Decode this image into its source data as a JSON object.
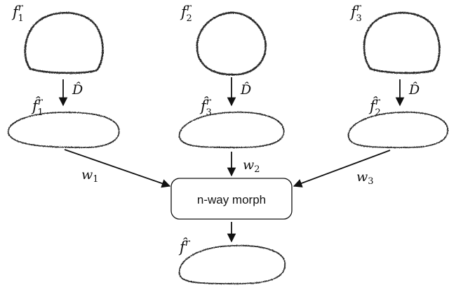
{
  "diagram": {
    "top_shapes": [
      {
        "label": "f",
        "sup": "r",
        "sub": "1"
      },
      {
        "label": "f",
        "sup": "r",
        "sub": "2"
      },
      {
        "label": "f",
        "sup": "r",
        "sub": "3"
      }
    ],
    "transform_label": "D̂",
    "middle_shapes": [
      {
        "label": "f̂",
        "sup": "r",
        "sub": "1"
      },
      {
        "label": "f̂",
        "sup": "r",
        "sub": "3"
      },
      {
        "label": "f̂",
        "sup": "r",
        "sub": "2"
      }
    ],
    "weights": [
      {
        "label": "w",
        "sub": "1"
      },
      {
        "label": "w",
        "sub": "2"
      },
      {
        "label": "w",
        "sub": "3"
      }
    ],
    "morph_box_label": "n-way morph",
    "output": {
      "label": "f̂",
      "sup": "r"
    },
    "stroke_color": "#2a2a2a"
  }
}
